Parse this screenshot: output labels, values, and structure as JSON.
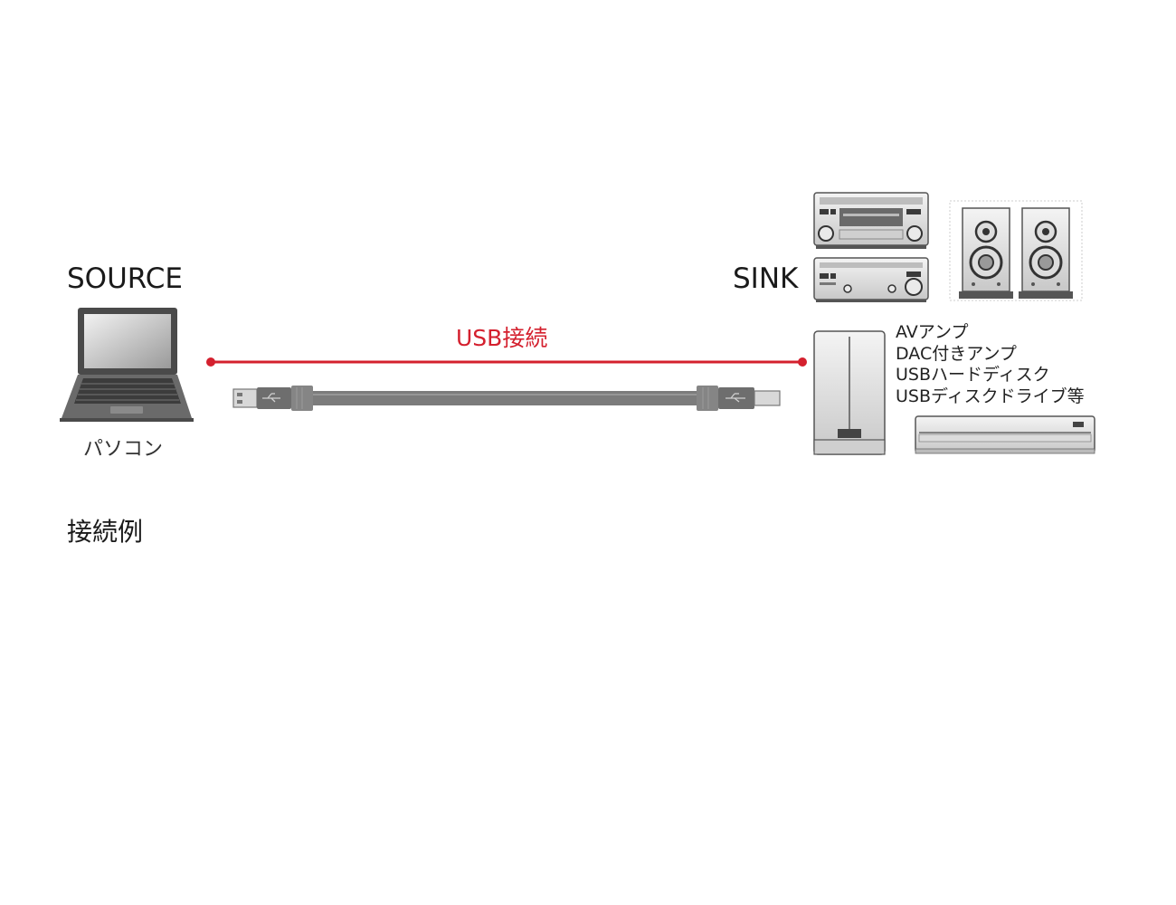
{
  "source": {
    "heading": "SOURCE",
    "device_label": "パソコン"
  },
  "sink": {
    "heading": "SINK",
    "devices": [
      "AVアンプ",
      "DAC付きアンプ",
      "USBハードディスク",
      "USBディスクドライブ等"
    ]
  },
  "connection": {
    "label": "USB接続",
    "color": "#d4202e"
  },
  "caption": "接続例",
  "icons": [
    "laptop-icon",
    "usb-cable-icon",
    "av-receiver-icon",
    "dac-amp-icon",
    "speakers-icon",
    "hard-disk-icon",
    "disc-drive-icon",
    "usb-symbol-icon"
  ]
}
